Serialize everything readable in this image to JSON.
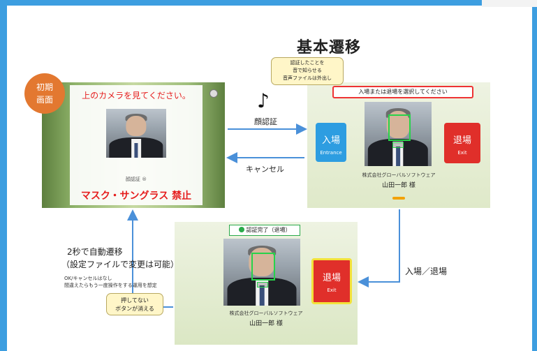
{
  "title": "基本遷移",
  "initial_screen": {
    "badge_line1": "初期",
    "badge_line2": "画面",
    "instruction": "上のカメラを見てください。",
    "small_note": "顔認証 ®",
    "warning": "マスク・サングラス 禁止"
  },
  "selection_screen": {
    "prompt": "入場または退場を選択してください",
    "entrance_main": "入場",
    "entrance_sub": "Entrance",
    "exit_main": "退場",
    "exit_sub": "Exit",
    "company": "株式会社グローバルソフトウェア",
    "person": "山田一郎 様"
  },
  "complete_screen": {
    "status": "認証完了（退場）",
    "exit_main": "退場",
    "exit_sub": "Exit",
    "company": "株式会社グローバルソフトウェア",
    "person": "山田一郎 様"
  },
  "transitions": {
    "face_auth": "顔認証",
    "cancel": "キャンセル",
    "enter_exit": "入場／退場",
    "auto_line1": "2秒で自動遷移",
    "auto_line2": "（設定ファイルで変更は可能）",
    "ok_cancel_line1": "OK/キャンセルはなし",
    "ok_cancel_line2": "間違えたらもう一度操作をする運用を想定"
  },
  "callouts": {
    "sound_line1": "認証したことを",
    "sound_line2": "音で知らせる",
    "sound_line3": "音声ファイルは外出し",
    "hidden_line1": "押してない",
    "hidden_line2": "ボタンが消える"
  },
  "colors": {
    "background": "#3d9ee0",
    "badge": "#e37830",
    "entrance": "#2d9de1",
    "exit": "#e02f2a",
    "arrow": "#4a90d9",
    "warning_text": "#e51d1d"
  }
}
